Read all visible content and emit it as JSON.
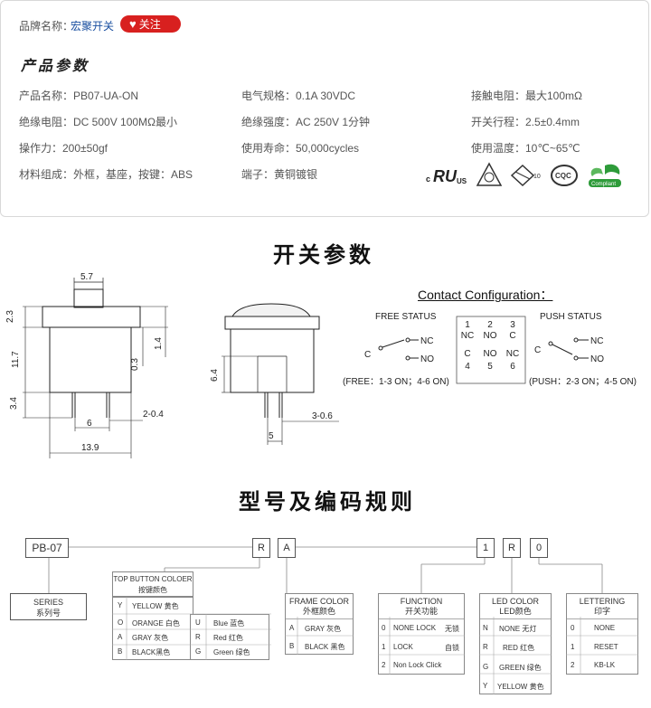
{
  "brand": {
    "label": "品牌名称：",
    "name": "宏聚开关",
    "follow": "关注"
  },
  "params_title": "产品参数",
  "specs": [
    [
      "产品名称：PB07-UA-ON",
      "电气规格：0.1A  30VDC",
      "接触电阻：最大100mΩ"
    ],
    [
      "绝缘电阻：DC 500V 100MΩ最小",
      "绝缘强度：AC 250V 1分钟",
      "开关行程：2.5±0.4mm"
    ],
    [
      "操作力：200±50gf",
      "使用寿命：50,000cycles",
      "使用温度：10℃~65℃"
    ],
    [
      "材料组成：外框，基座，按键：ABS",
      "端子：黄铜镀银",
      ""
    ]
  ],
  "certs": [
    "cURus",
    "VDE",
    "ENEC 10",
    "CQC",
    "RoHS Compliant"
  ],
  "switch_title": "开关参数",
  "dims": {
    "top_width": "5.7",
    "h1": "2.3",
    "h2": "11.7",
    "h3": "3.4",
    "d1": "1.4",
    "d2": "0.3",
    "pitch": "6",
    "pin": "2-0.4",
    "width": "13.9",
    "side_h": "6.4",
    "side_pin": "3-0.6",
    "side_pitch": "5"
  },
  "contact": {
    "title": "Contact Configuration：",
    "free_status": "FREE STATUS",
    "push_status": "PUSH STATUS",
    "c": "C",
    "nc": "NC",
    "no": "NO",
    "pins_top": [
      "1",
      "2",
      "3"
    ],
    "pins_top_lbl": [
      "NC",
      "NO",
      "C"
    ],
    "pins_bot_lbl": [
      "C",
      "NO",
      "NC"
    ],
    "pins_bot": [
      "4",
      "5",
      "6"
    ],
    "free_note": "(FREE：1-3 ON；4-6 ON)",
    "push_note": "(PUSH：2-3 ON；4-5 ON)"
  },
  "code_title": "型号及编码规则",
  "code": {
    "model": "PB-07",
    "r1": "R",
    "a": "A",
    "one": "1",
    "r2": "R",
    "zero": "0",
    "series": [
      "SERIES",
      "系列号"
    ],
    "button_color": {
      "title": [
        "TOP BUTTON COLOER",
        "按键颜色"
      ],
      "left": [
        [
          "Y",
          "YELLOW 黄色"
        ],
        [
          "O",
          "ORANGE 白色"
        ],
        [
          "A",
          "GRAY 灰色"
        ],
        [
          "B",
          "BLACK黑色"
        ]
      ],
      "right": [
        [
          "U",
          "Blue 蓝色"
        ],
        [
          "R",
          "Red 红色"
        ],
        [
          "G",
          "Green 绿色"
        ]
      ]
    },
    "frame_color": {
      "title": [
        "FRAME COLOR",
        "外框颜色"
      ],
      "rows": [
        [
          "A",
          "GRAY 灰色"
        ],
        [
          "B",
          "BLACK 黑色"
        ]
      ]
    },
    "function": {
      "title": [
        "FUNCTION",
        "开关功能"
      ],
      "rows": [
        [
          "0",
          "NONE LOCK",
          "无锁"
        ],
        [
          "1",
          "LOCK",
          "自锁"
        ],
        [
          "2",
          "Non Lock Click",
          ""
        ]
      ]
    },
    "led_color": {
      "title": [
        "LED COLOR",
        "LED颜色"
      ],
      "rows": [
        [
          "N",
          "NONE 无灯"
        ],
        [
          "R",
          "RED 红色"
        ],
        [
          "G",
          "GREEN 绿色"
        ],
        [
          "Y",
          "YELLOW 黄色"
        ]
      ]
    },
    "lettering": {
      "title": [
        "LETTERING",
        "印字"
      ],
      "rows": [
        [
          "0",
          "NONE"
        ],
        [
          "1",
          "RESET"
        ],
        [
          "2",
          "KB-LK"
        ]
      ]
    }
  }
}
